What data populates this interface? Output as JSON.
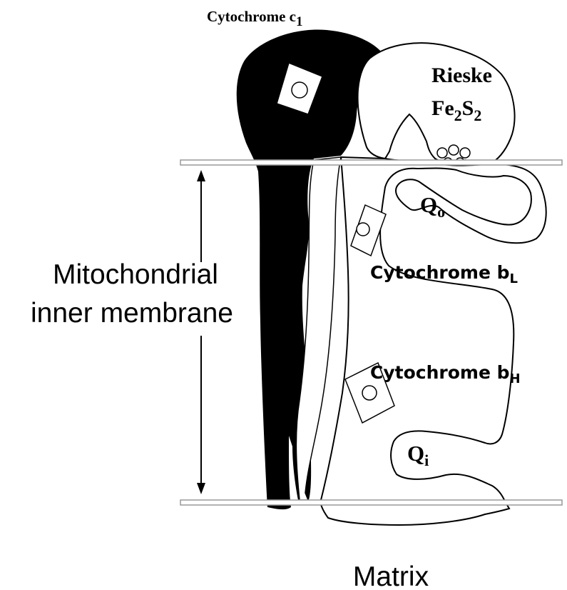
{
  "labels": {
    "cyt_c1": {
      "main": "Cytochrome c",
      "sub": "1"
    },
    "rieske_line1": "Rieske",
    "rieske_line2": {
      "a": "Fe",
      "a_sub": "2",
      "b": "S",
      "b_sub": "2"
    },
    "qo": {
      "main": "Q",
      "sub": "o"
    },
    "qi": {
      "main": "Q",
      "sub": "i"
    },
    "cyt_bl": {
      "main": "Cytochrome b",
      "sub": "L"
    },
    "cyt_bh": {
      "main": "Cytochrome b",
      "sub": "H"
    },
    "membrane_line1": "Mitochondrial",
    "membrane_line2": "inner membrane",
    "matrix": "Matrix"
  },
  "colors": {
    "background": "#ffffff",
    "protein_dark": "#000000",
    "outline": "#000000",
    "membrane_line_fill": "#ffffff",
    "membrane_line_stroke": "#999999"
  }
}
